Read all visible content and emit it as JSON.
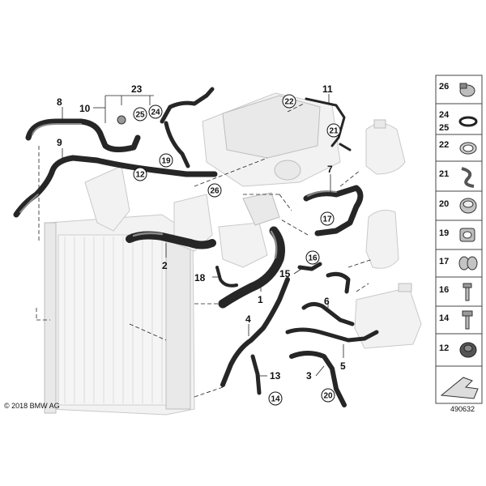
{
  "callouts": {
    "n1": "1",
    "n2": "2",
    "n3": "3",
    "n4": "4",
    "n5": "5",
    "n6": "6",
    "n7": "7",
    "n8": "8",
    "n9": "9",
    "n10": "10",
    "n11": "11",
    "n13": "13",
    "n15": "15",
    "n18": "18",
    "n23": "23"
  },
  "circled": {
    "c12": "12",
    "c14": "14",
    "c16": "16",
    "c17": "17",
    "c19": "19",
    "c20": "20",
    "c21": "21",
    "c22": "22",
    "c24": "24",
    "c25": "25",
    "c26": "26"
  },
  "parts_panel": [
    {
      "label": "26",
      "icon": "hose-clamp-icon"
    },
    {
      "label": "24",
      "icon": "o-ring-icon"
    },
    {
      "label": "25",
      "icon": ""
    },
    {
      "label": "22",
      "icon": "band-clamp-icon"
    },
    {
      "label": "21",
      "icon": "spring-clip-icon"
    },
    {
      "label": "20",
      "icon": "clamp-icon"
    },
    {
      "label": "19",
      "icon": "bracket-clamp-icon"
    },
    {
      "label": "17",
      "icon": "double-clamp-icon"
    },
    {
      "label": "16",
      "icon": "screw-icon"
    },
    {
      "label": "14",
      "icon": "bolt-icon"
    },
    {
      "label": "12",
      "icon": "rubber-mount-icon"
    }
  ],
  "copyright": "© 2018 BMW AG",
  "reference_number": "490632"
}
